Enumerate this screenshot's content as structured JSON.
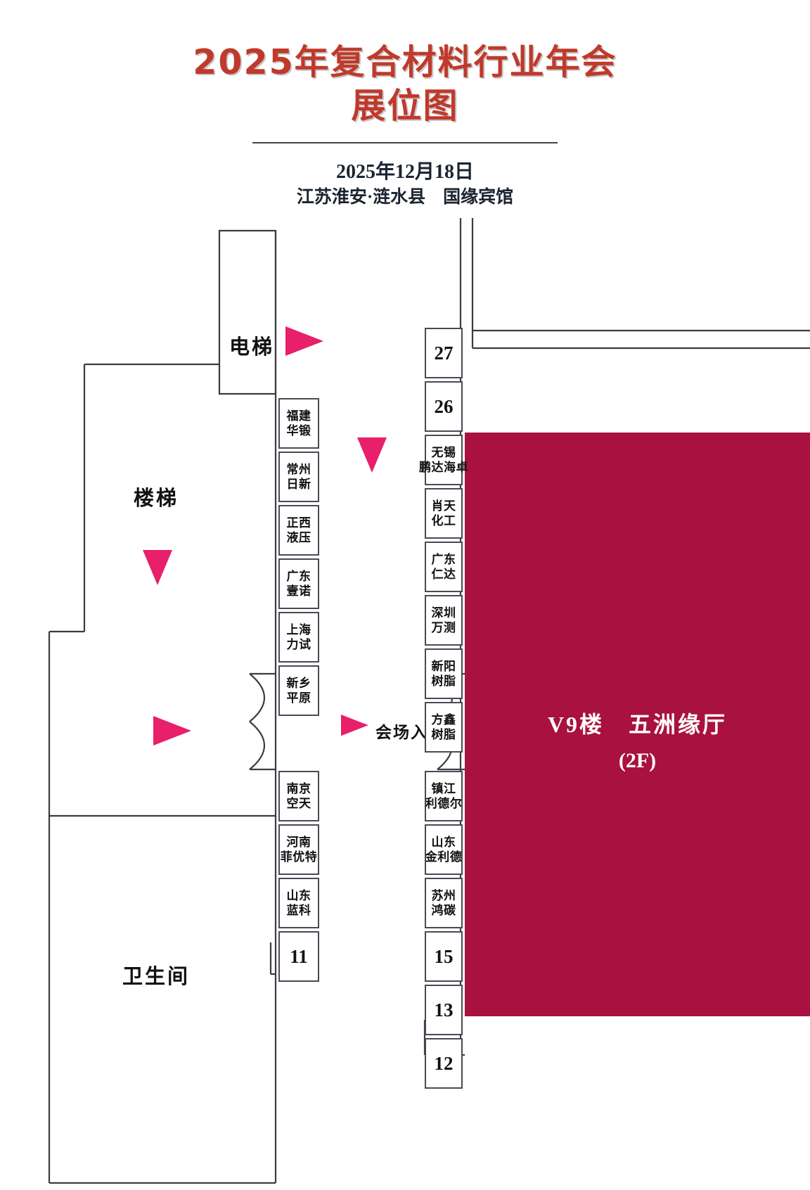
{
  "header": {
    "title_main": "2025年复合材料行业年会",
    "title_sub": "展位图",
    "date": "2025年12月18日",
    "venue": "江苏淮安·涟水县　国缘宾馆",
    "title_color": "#C0392B"
  },
  "hall": {
    "name": "V9楼　五洲缘厅",
    "floor": "(2F)",
    "color": "#A81140"
  },
  "rooms": {
    "elevator": "电梯",
    "stairs": "楼梯",
    "restroom": "卫生间",
    "entrance": "会场入口"
  },
  "arrows": {
    "color": "#E81F6B",
    "items": [
      {
        "name": "arrow-to-elevator",
        "direction": "right"
      },
      {
        "name": "arrow-corridor-down",
        "direction": "down"
      },
      {
        "name": "arrow-stairs-down",
        "direction": "down"
      },
      {
        "name": "arrow-lobby-right",
        "direction": "right"
      },
      {
        "name": "arrow-entrance-right",
        "direction": "right"
      }
    ]
  },
  "booths": {
    "left_upper": [
      {
        "label": "福建\n华锻",
        "line1": "福建",
        "line2": "华锻",
        "type": "name"
      },
      {
        "label": "常州\n日新",
        "line1": "常州",
        "line2": "日新",
        "type": "name"
      },
      {
        "label": "正西\n液压",
        "line1": "正西",
        "line2": "液压",
        "type": "name"
      },
      {
        "label": "广东\n壹诺",
        "line1": "广东",
        "line2": "壹诺",
        "type": "name"
      },
      {
        "label": "上海\n力试",
        "line1": "上海",
        "line2": "力试",
        "type": "name"
      },
      {
        "label": "新乡\n平原",
        "line1": "新乡",
        "line2": "平原",
        "type": "name"
      }
    ],
    "left_lower": [
      {
        "line1": "南京",
        "line2": "空天",
        "type": "name"
      },
      {
        "line1": "河南",
        "line2": "菲优特",
        "type": "name"
      },
      {
        "line1": "山东",
        "line2": "蓝科",
        "type": "name"
      },
      {
        "line1": "11",
        "line2": "",
        "type": "num"
      }
    ],
    "right_upper": [
      {
        "line1": "27",
        "line2": "",
        "type": "num"
      },
      {
        "line1": "26",
        "line2": "",
        "type": "num"
      },
      {
        "line1": "无锡",
        "line2": "鹏达海卓",
        "type": "name"
      },
      {
        "line1": "肖天",
        "line2": "化工",
        "type": "name"
      },
      {
        "line1": "广东",
        "line2": "仁达",
        "type": "name"
      },
      {
        "line1": "深圳",
        "line2": "万测",
        "type": "name"
      },
      {
        "line1": "新阳",
        "line2": "树脂",
        "type": "name"
      },
      {
        "line1": "方鑫",
        "line2": "树脂",
        "type": "name"
      }
    ],
    "right_lower": [
      {
        "line1": "镇江",
        "line2": "利德尔",
        "type": "name"
      },
      {
        "line1": "山东",
        "line2": "金利德",
        "type": "name"
      },
      {
        "line1": "苏州",
        "line2": "鸿碳",
        "type": "name"
      },
      {
        "line1": "15",
        "line2": "",
        "type": "num"
      },
      {
        "line1": "13",
        "line2": "",
        "type": "num"
      },
      {
        "line1": "12",
        "line2": "",
        "type": "num"
      }
    ]
  }
}
